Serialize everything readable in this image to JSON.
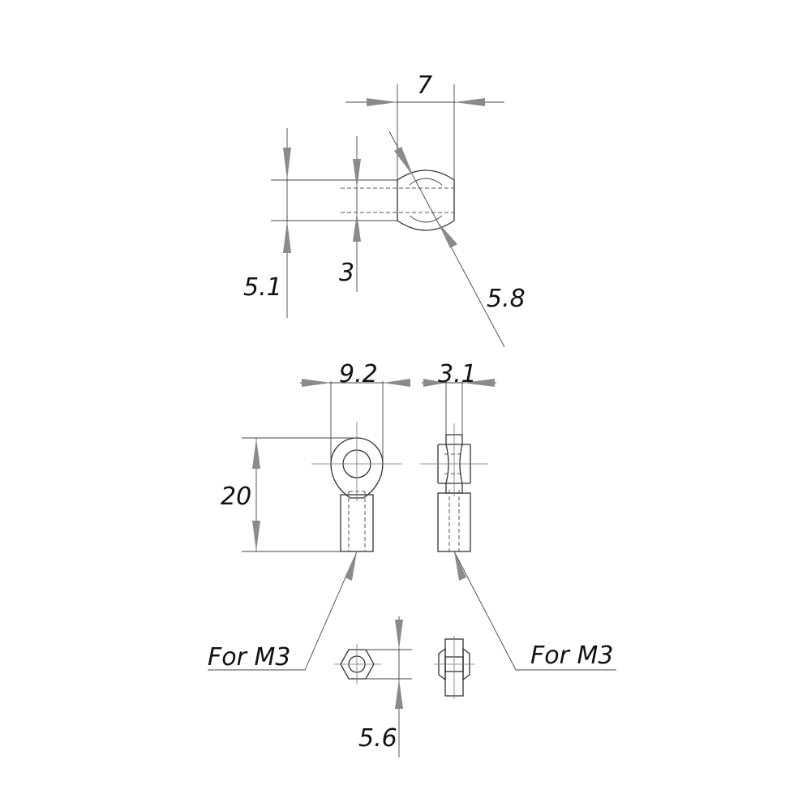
{
  "dimensions": {
    "ball_width": "7",
    "outer_height": "5.1",
    "inner_height": "3",
    "ball_diameter": "5.8",
    "eye_width": "9.2",
    "side_thickness": "3.1",
    "total_length": "20",
    "nut_size": "5.6"
  },
  "callouts": {
    "left_thread": "For M3",
    "right_thread": "For M3"
  },
  "colors": {
    "line": "#333333",
    "arrow": "#8a8a8a",
    "text": "#111111"
  }
}
